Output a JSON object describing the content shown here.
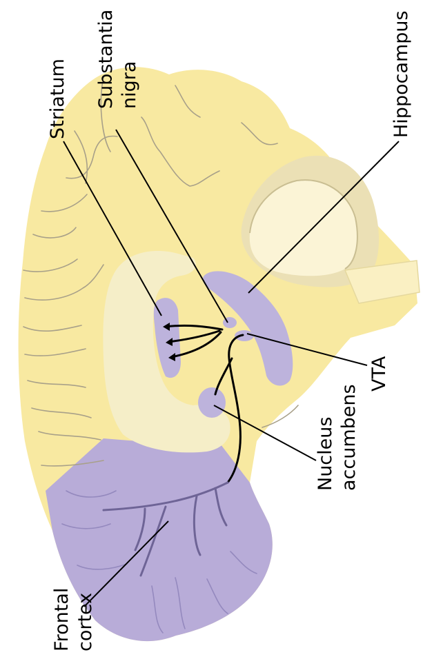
{
  "labels": {
    "striatum": "Striatum",
    "substantia_line1": "Substantia",
    "substantia_line2": "nigra",
    "hippocampus": "Hippocampus",
    "vta": "VTA",
    "nucleus_line1": "Nucleus",
    "nucleus_line2": "accumbens",
    "frontal_line1": "Frontal",
    "frontal_line2": "cortex"
  },
  "colors": {
    "brain_yellow": "#F8E9A1",
    "inner_cream": "#F5EEC8",
    "cerebellum": "#EBE0B5",
    "cerebellum_inner": "#FBF4D6",
    "brainstem": "#FAF0C3",
    "dopamine_purple": "#BDB3DC",
    "frontal_purple": "#B8ACD8",
    "gyrus_line": "#A8A089",
    "pathway": "#000000"
  }
}
